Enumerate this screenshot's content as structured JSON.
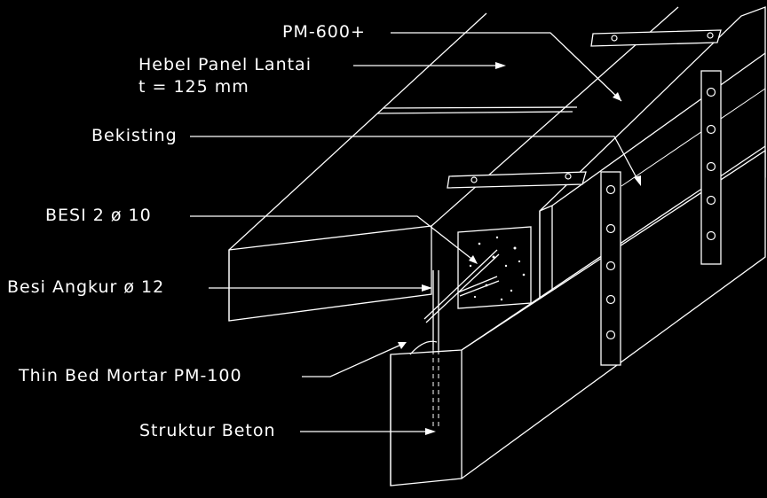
{
  "labels": {
    "pm600": "PM-600+",
    "hebel_line1": "Hebel Panel Lantai",
    "hebel_line2": "t = 125 mm",
    "bekisting": "Bekisting",
    "besi2": "BESI 2 ø 10",
    "angkur": "Besi Angkur ø 12",
    "mortar": "Thin Bed Mortar PM-100",
    "struktur": "Struktur Beton"
  },
  "colors": {
    "background": "#000000",
    "lines": "#ffffff"
  }
}
